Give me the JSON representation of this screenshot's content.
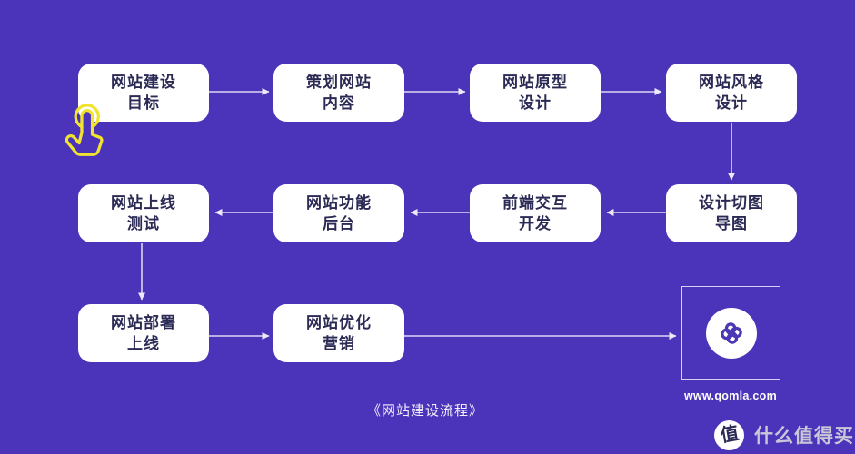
{
  "page": {
    "caption": "《网站建设流程》"
  },
  "colors": {
    "background": "#4b34b9",
    "node_fill": "#ffffff",
    "node_text": "#2b2a55",
    "connector": "#e8e5f8",
    "tap_icon_yellow": "#f1e42e",
    "logo_purple": "#4a38b4",
    "watermark_text": "#c9c8d8"
  },
  "flowchart": {
    "caption": "《网站建设流程》",
    "nodes": [
      {
        "id": "website-goal",
        "label": "网站建设\n目标"
      },
      {
        "id": "plan-content",
        "label": "策划网站\n内容"
      },
      {
        "id": "prototype-design",
        "label": "网站原型\n设计"
      },
      {
        "id": "style-design",
        "label": "网站风格\n设计"
      },
      {
        "id": "launch-testing",
        "label": "网站上线\n测试"
      },
      {
        "id": "backend-features",
        "label": "网站功能\n后台"
      },
      {
        "id": "frontend-dev",
        "label": "前端交互\n开发"
      },
      {
        "id": "design-slicing",
        "label": "设计切图\n导图"
      },
      {
        "id": "deploy-launch",
        "label": "网站部署\n上线"
      },
      {
        "id": "optimize-marketing",
        "label": "网站优化\n营销"
      }
    ],
    "edges": [
      {
        "from": "website-goal",
        "to": "plan-content"
      },
      {
        "from": "plan-content",
        "to": "prototype-design"
      },
      {
        "from": "prototype-design",
        "to": "style-design"
      },
      {
        "from": "style-design",
        "to": "design-slicing"
      },
      {
        "from": "design-slicing",
        "to": "frontend-dev"
      },
      {
        "from": "frontend-dev",
        "to": "backend-features"
      },
      {
        "from": "backend-features",
        "to": "launch-testing"
      },
      {
        "from": "launch-testing",
        "to": "deploy-launch"
      },
      {
        "from": "deploy-launch",
        "to": "optimize-marketing"
      },
      {
        "from": "optimize-marketing",
        "to": "brand-logo"
      }
    ]
  },
  "brand": {
    "website_label": "www.qomla.com"
  },
  "watermark": {
    "icon_char": "值",
    "label": "什么值得买"
  }
}
